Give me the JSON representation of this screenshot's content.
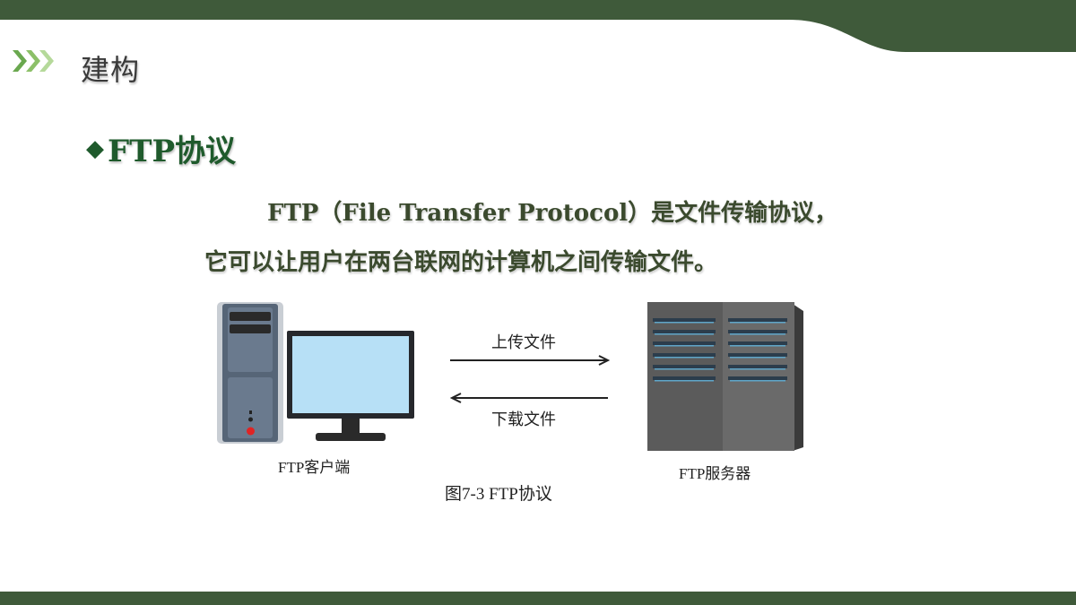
{
  "slide": {
    "section_title": "建构",
    "heading": {
      "bullet": "◆",
      "text": "FTP协议"
    },
    "description": {
      "line1": "FTP（File Transfer Protocol）是文件传输协议，",
      "line2": "它可以让用户在两台联网的计算机之间传输文件。"
    },
    "figure": {
      "upload_label": "上传文件",
      "download_label": "下载文件",
      "client_label": "FTP客户端",
      "server_label": "FTP服务器",
      "caption": "图7-3 FTP协议"
    }
  },
  "colors": {
    "brand_dark_green": "#3f5a3a",
    "heading_green": "#1f5a2c",
    "text_olive": "#3b4a2e",
    "chevron_green": "#6aa84f"
  },
  "icons": {
    "chevrons": "triple-chevron-right-icon",
    "client": "desktop-computer-icon",
    "server": "server-rack-icon"
  }
}
